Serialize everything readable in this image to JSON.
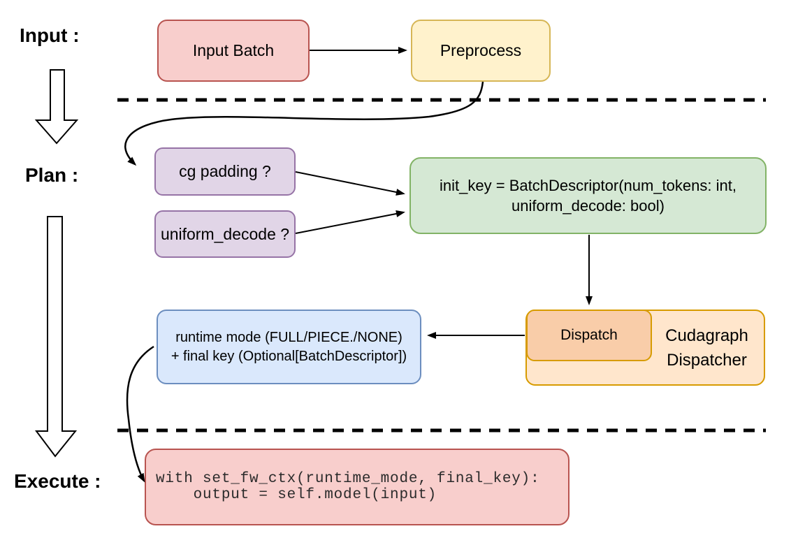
{
  "stages": {
    "input_label": "Input :",
    "plan_label": "Plan :",
    "execute_label": "Execute :"
  },
  "nodes": {
    "input_batch": {
      "label": "Input Batch",
      "fill": "#F8CECC",
      "stroke": "#B85450"
    },
    "preprocess": {
      "label": "Preprocess",
      "fill": "#FFF2CC",
      "stroke": "#D6B656"
    },
    "cg_padding": {
      "label": "cg padding ?",
      "fill": "#E1D5E7",
      "stroke": "#9673A6"
    },
    "uniform_decode": {
      "label": "uniform_decode ?",
      "fill": "#E1D5E7",
      "stroke": "#9673A6"
    },
    "init_key": {
      "line1": "init_key = BatchDescriptor(num_tokens: int,",
      "line2": "uniform_decode: bool)",
      "fill": "#D5E8D4",
      "stroke": "#82B366"
    },
    "cudagraph_dispatcher": {
      "line1": "Cudagraph",
      "line2": "Dispatcher",
      "fill": "#FFE6CC",
      "stroke": "#D79B00"
    },
    "dispatch": {
      "label": "Dispatch",
      "fill": "#F9CDA9",
      "stroke": "#D79B00"
    },
    "runtime_mode": {
      "line1": "runtime mode (FULL/PIECE./NONE)",
      "line2": "+ final key (Optional[BatchDescriptor])",
      "fill": "#DAE8FC",
      "stroke": "#6C8EBF"
    },
    "execute_code": {
      "line1": "with set_fw_ctx(runtime_mode, final_key):",
      "line2": "    output = self.model(input)",
      "fill": "#F8CECC",
      "stroke": "#B85450"
    }
  },
  "connector_color": "#000000",
  "divider_color": "#000000"
}
